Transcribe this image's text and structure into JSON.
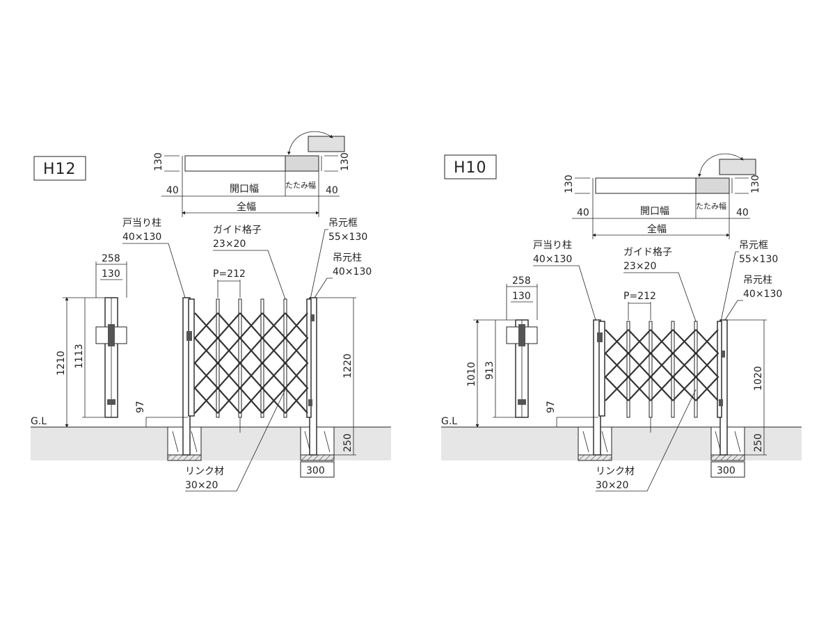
{
  "diagrams": [
    {
      "title": "H12",
      "top": {
        "depth": "130",
        "left_offset": "40",
        "right_offset": "40",
        "opening": "開口幅",
        "fold": "たたみ幅",
        "total": "全幅"
      },
      "labels": {
        "door_post": "戸当り柱",
        "door_post_size": "40×130",
        "guide": "ガイド格子",
        "guide_size": "23×20",
        "frame": "吊元框",
        "frame_size": "55×130",
        "hinge_post": "吊元柱",
        "hinge_post_size": "40×130",
        "pitch": "P=212",
        "link": "リンク材",
        "link_size": "30×20",
        "gl": "G.L"
      },
      "dims": {
        "post_outer": "258",
        "post_inner": "130",
        "height_total": "1210",
        "height_post": "1113",
        "gap": "97",
        "right_height": "1220",
        "embed": "250",
        "footing": "300"
      }
    },
    {
      "title": "H10",
      "top": {
        "depth": "130",
        "left_offset": "40",
        "right_offset": "40",
        "opening": "開口幅",
        "fold": "たたみ幅",
        "total": "全幅"
      },
      "labels": {
        "door_post": "戸当り柱",
        "door_post_size": "40×130",
        "guide": "ガイド格子",
        "guide_size": "23×20",
        "frame": "吊元框",
        "frame_size": "55×130",
        "hinge_post": "吊元柱",
        "hinge_post_size": "40×130",
        "pitch": "P=212",
        "link": "リンク材",
        "link_size": "30×20",
        "gl": "G.L"
      },
      "dims": {
        "post_outer": "258",
        "post_inner": "130",
        "height_total": "1010",
        "height_post": "913",
        "gap": "97",
        "right_height": "1020",
        "embed": "250",
        "footing": "300"
      }
    }
  ]
}
